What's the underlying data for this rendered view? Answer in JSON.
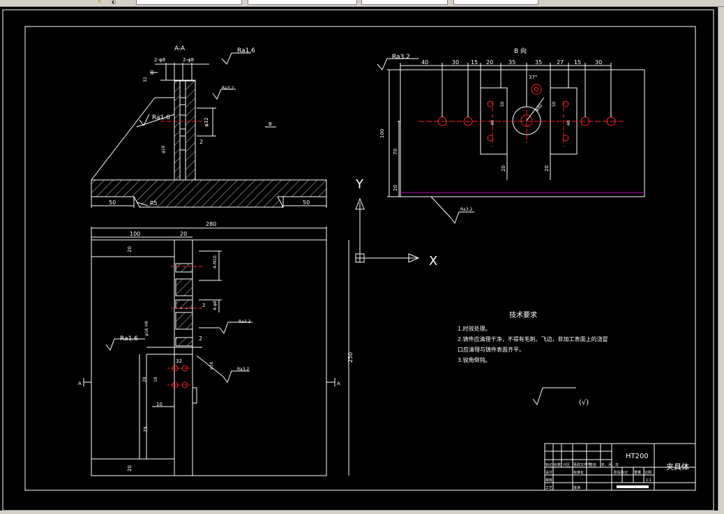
{
  "section_title": "A-A",
  "view_b_title": "B 向",
  "b_marker": "B",
  "a_marker_left": "A",
  "a_marker_right": "A",
  "roughness": {
    "r16_top": "Ra1.6",
    "r16_left": "Ra1.6",
    "r16_plan": "Ra1.6",
    "r32_top": "Ra3.2",
    "r32_view_b": "Ra3.2",
    "r32_mid": "Ra3.2",
    "r32_bottom": "Ra3.2",
    "r32_plan": "Ra3.2",
    "r32_plan2": "Ra3.2"
  },
  "dims": {
    "sec_50_left": "50",
    "sec_50_right": "50",
    "sec_r5": "R5",
    "sec_2": "2",
    "sec_2a": "2-φ8",
    "sec_2b": "2-φ8",
    "sec_32": "32",
    "sec_10": "10",
    "sec_phi32": "φ32",
    "sec_phi16": "φ16",
    "plan_280": "280",
    "plan_100": "100",
    "plan_20": "20",
    "plan_20b": "20",
    "plan_20c": "20",
    "plan_250": "250",
    "plan_75": "75",
    "plan_10": "10",
    "plan_32": "32",
    "plan_28": "28",
    "plan_18": "18",
    "plan_2": "2",
    "plan_4m10": "4-M10",
    "plan_4phi8": "4-φ8",
    "plan_phi16": "φ16",
    "plan_phi_h6": "φ16 H6",
    "vb_40": "40",
    "vb_30a": "30",
    "vb_15a": "15",
    "vb_20": "20",
    "vb_35a": "35",
    "vb_35b": "35",
    "vb_27": "27",
    "vb_15b": "15",
    "vb_30b": "30",
    "vb_100": "100",
    "vb_70": "70",
    "vb_20a": "20",
    "vb_20b": "20",
    "vb_20c": "20",
    "vb_50a": "50",
    "vb_50b": "50",
    "vb_40a": "40",
    "vb_40b": "40",
    "vb_angle": "37°",
    "vb_phi40": "φ40"
  },
  "axes": {
    "y": "Y",
    "x": "X"
  },
  "tech": {
    "title": "技术要求",
    "l1": "1.时效处理。",
    "l2": "2.铸件应清理干净，不得有毛刺、飞边，非加工表面上的浇冒",
    "l3": "口应清理与铸件表面齐平。",
    "l4": "3.锐角倒钝。"
  },
  "rough_note": "(√)",
  "title_block": {
    "material": "HT200",
    "name": "夹具体",
    "row_labels": [
      "标记",
      "处数",
      "分区",
      "更改文件号",
      "签名",
      "年、月、日"
    ],
    "design": "设计",
    "check": "审核",
    "process": "工艺",
    "standard": "标准化",
    "approve": "批准",
    "stage": "阶段标记",
    "weight": "重量",
    "scale": "比例",
    "scale_val": "1:1"
  },
  "colors": {
    "bg": "#000000",
    "line": "#ffffff",
    "red": "#ff2020",
    "magenta": "#c000c0"
  }
}
